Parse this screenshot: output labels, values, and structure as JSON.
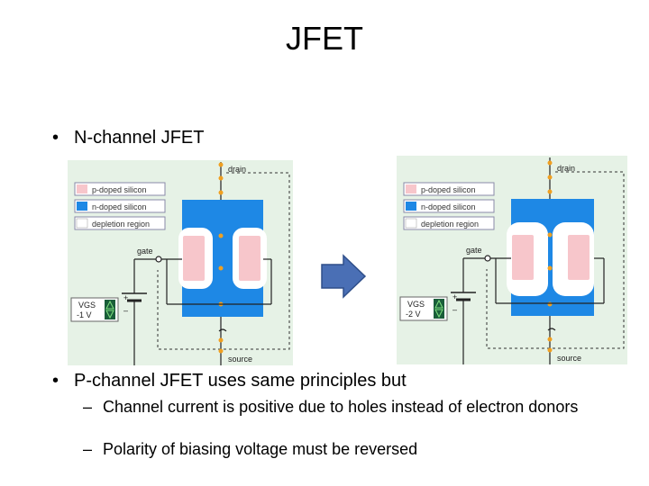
{
  "slide": {
    "title": "JFET",
    "bullets": [
      "N-channel JFET",
      "P-channel JFET uses same principles but"
    ],
    "bullet_symbol": "•",
    "dash_symbol": "–",
    "subbullets": [
      "Channel current is positive due to holes instead of electron donors",
      "Polarity of biasing voltage must be reversed"
    ]
  },
  "diagram_left": {
    "legend": [
      "p-doped silicon",
      "n-doped silicon",
      "depletion region"
    ],
    "drain": "drain",
    "gate": "gate",
    "source": "source",
    "vgs_label": "VGS",
    "vgs_value": "-1 V",
    "plus": "+",
    "minus": "–"
  },
  "diagram_right": {
    "legend": [
      "p-doped silicon",
      "n-doped silicon",
      "depletion region"
    ],
    "drain": "drain",
    "gate": "gate",
    "source": "source",
    "vgs_label": "VGS",
    "vgs_value": "-2 V",
    "plus": "+",
    "minus": "–"
  },
  "colors": {
    "panel_bg": "#e6f2e6",
    "n_doped": "#1e88e5",
    "p_doped": "#f7c6cb",
    "depletion": "#ffffff",
    "arrow": "#4a6fb5",
    "wire": "#222222",
    "dot": "#f0a020"
  }
}
